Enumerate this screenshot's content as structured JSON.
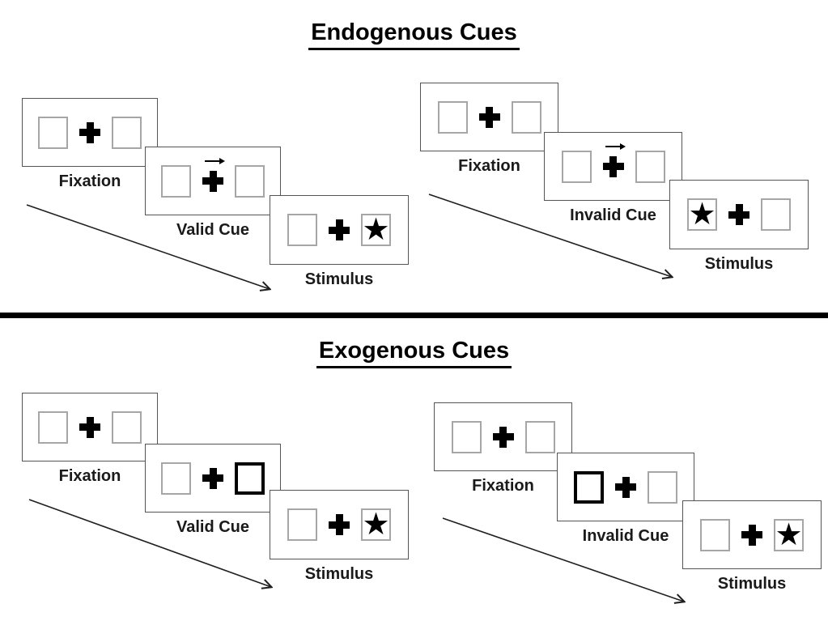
{
  "glyphs": {
    "star": "★"
  },
  "colors": {
    "ink": "#000000",
    "panel_border": "#545454",
    "placeholder_box_border": "#a6a6a6",
    "highlight_cue_border": "#000000",
    "label_text": "#1a1a1a"
  },
  "sections": [
    {
      "title": "Endogenous Cues",
      "cue_style": "central right-pointing arrow above fixation cross",
      "sequences": [
        {
          "name": "valid",
          "panels": [
            {
              "label": "Fixation",
              "left_box": "empty",
              "center": "fixation-cross",
              "right_box": "empty"
            },
            {
              "label": "Valid Cue",
              "left_box": "empty",
              "center": "fixation-cross-with-right-arrow",
              "right_box": "empty"
            },
            {
              "label": "Stimulus",
              "left_box": "empty",
              "center": "fixation-cross",
              "right_box": "star"
            }
          ]
        },
        {
          "name": "invalid",
          "panels": [
            {
              "label": "Fixation",
              "left_box": "empty",
              "center": "fixation-cross",
              "right_box": "empty"
            },
            {
              "label": "Invalid Cue",
              "left_box": "empty",
              "center": "fixation-cross-with-right-arrow",
              "right_box": "empty"
            },
            {
              "label": "Stimulus",
              "left_box": "star",
              "center": "fixation-cross",
              "right_box": "empty"
            }
          ]
        }
      ]
    },
    {
      "title": "Exogenous Cues",
      "cue_style": "peripheral box highlighted with thick black border",
      "sequences": [
        {
          "name": "valid",
          "panels": [
            {
              "label": "Fixation",
              "left_box": "empty",
              "center": "fixation-cross",
              "right_box": "empty"
            },
            {
              "label": "Valid Cue",
              "left_box": "empty",
              "center": "fixation-cross",
              "right_box": "highlighted-empty"
            },
            {
              "label": "Stimulus",
              "left_box": "empty",
              "center": "fixation-cross",
              "right_box": "star"
            }
          ]
        },
        {
          "name": "invalid",
          "panels": [
            {
              "label": "Fixation",
              "left_box": "highlighted-empty-after-cue",
              "center": "fixation-cross",
              "right_box": "empty"
            },
            {
              "label": "Invalid Cue",
              "left_box": "highlighted-empty",
              "center": "fixation-cross",
              "right_box": "empty"
            },
            {
              "label": "Stimulus",
              "left_box": "empty",
              "center": "fixation-cross",
              "right_box": "star"
            }
          ]
        }
      ]
    }
  ]
}
